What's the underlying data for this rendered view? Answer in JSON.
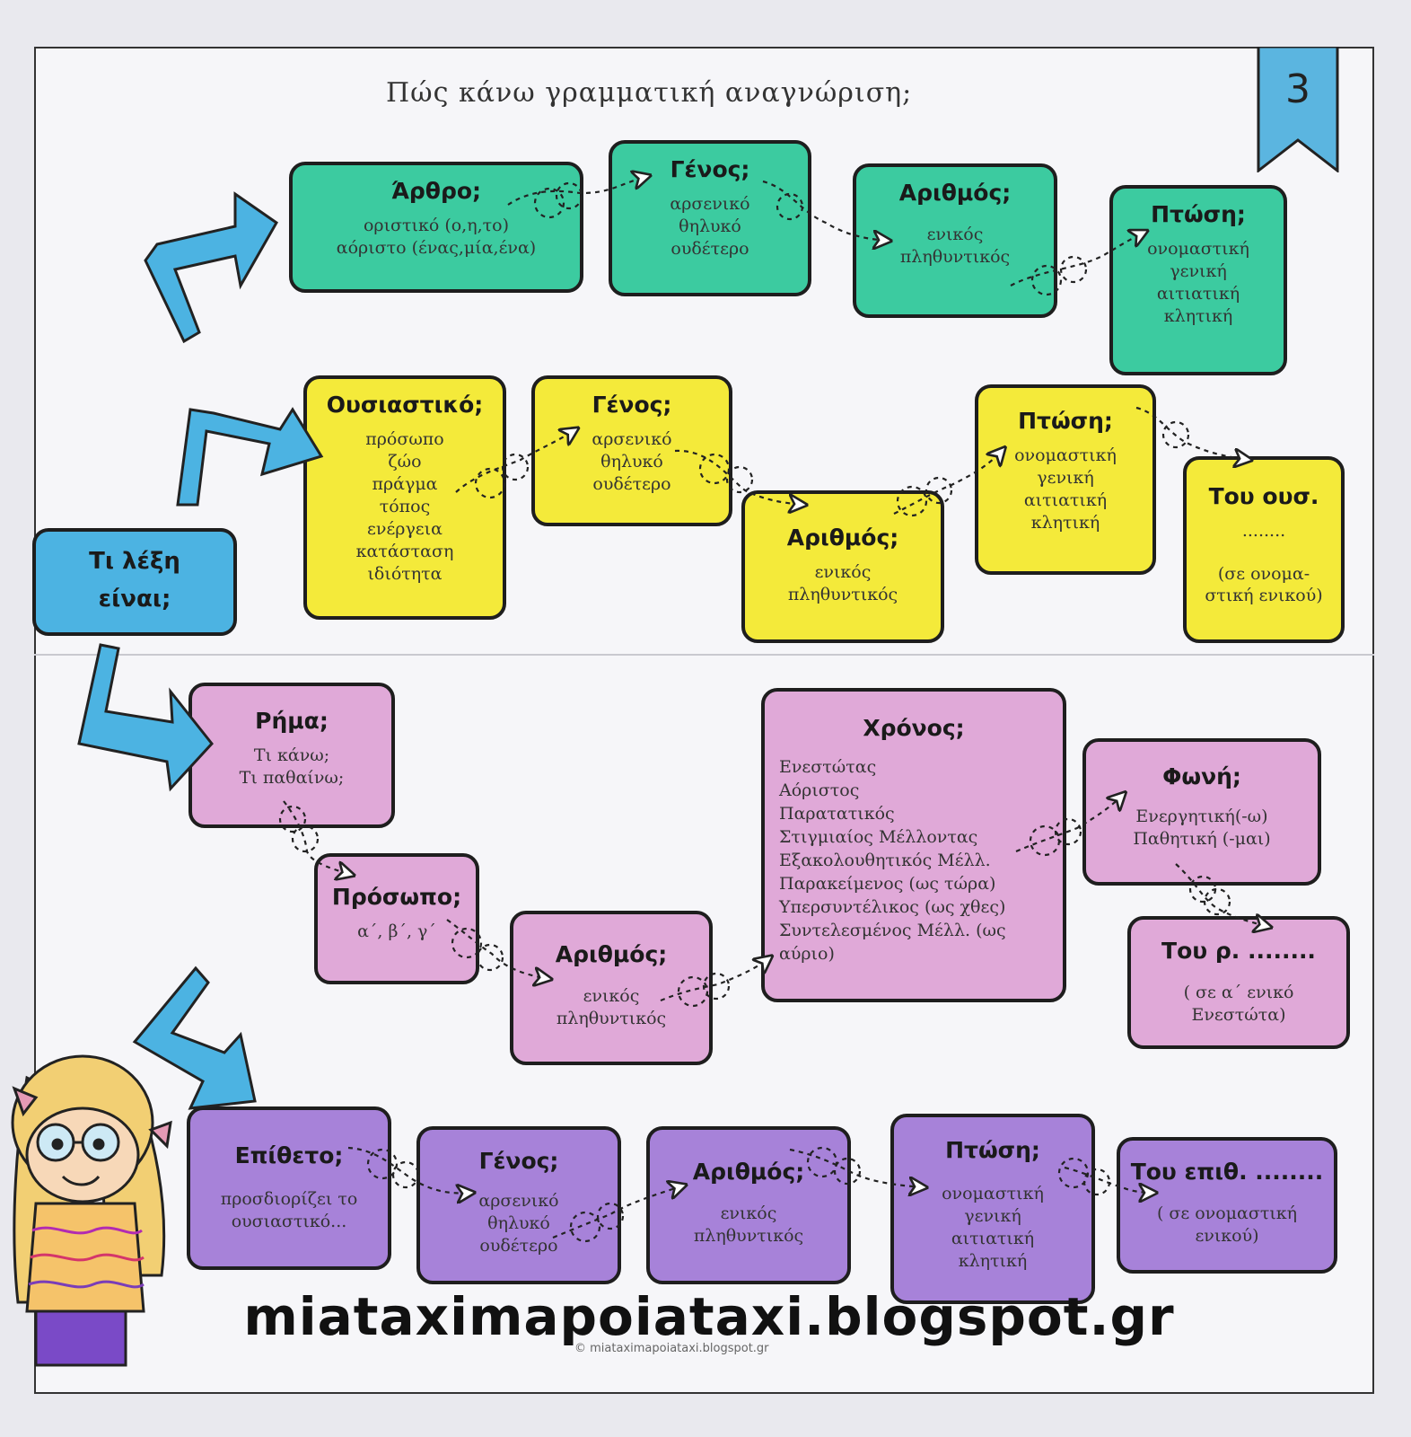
{
  "title": "Πώς κάνω γραμματική αναγνώριση;",
  "page_number": "3",
  "website": "miataximapoiataxi.blogspot.gr",
  "copyright": "© miataximapoiataxi.blogspot.gr",
  "colors": {
    "article_row": "#3ccba0",
    "noun_row": "#f4ea3a",
    "verb_row": "#e0a9d8",
    "adjective_row": "#a782d9",
    "start_box": "#4cb3e2"
  },
  "start": {
    "label": "Τι λέξη\nείναι;"
  },
  "article_row": {
    "arthro": {
      "heading": "Άρθρο;",
      "text": "οριστικό (ο,η,το)\nαόριστο (ένας,μία,ένα)"
    },
    "genos": {
      "heading": "Γένος;",
      "text": "αρσενικό\nθηλυκό\nουδέτερο"
    },
    "arithmos": {
      "heading": "Αριθμός;",
      "text": "ενικός\nπληθυντικός"
    },
    "ptosi": {
      "heading": "Πτώση;",
      "text": "ονομαστική\nγενική\nαιτιατική\nκλητική"
    }
  },
  "noun_row": {
    "ousiastiko": {
      "heading": "Ουσιαστικό;",
      "text": "πρόσωπο\nζώο\nπράγμα\nτόπος\nενέργεια\nκατάσταση\nιδιότητα"
    },
    "genos": {
      "heading": "Γένος;",
      "text": "αρσενικό\nθηλυκό\nουδέτερο"
    },
    "arithmos": {
      "heading": "Αριθμός;",
      "text": "ενικός\nπληθυντικός"
    },
    "ptosi": {
      "heading": "Πτώση;",
      "text": "ονομαστική\nγενική\nαιτιατική\nκλητική"
    },
    "tou_ous": {
      "heading": "Του ουσ.",
      "text": "........\n\n(σε ονομα-\nστική ενικού)"
    }
  },
  "verb_row": {
    "rima": {
      "heading": "Ρήμα;",
      "text": "Τι κάνω;\nΤι παθαίνω;"
    },
    "prosopo": {
      "heading": "Πρόσωπο;",
      "text": "α΄, β΄, γ΄"
    },
    "arithmos": {
      "heading": "Αριθμός;",
      "text": "ενικός\nπληθυντικός"
    },
    "chronos": {
      "heading": "Χρόνος;",
      "text": "Ενεστώτας\nΑόριστος\nΠαρατατικός\nΣτιγμιαίος Μέλλοντας\nΕξακολουθητικός Μέλλ.\nΠαρακείμενος (ως τώρα)\nΥπερσυντέλικος (ως χθες)\nΣυντελεσμένος Μέλλ. (ως\nαύριο)"
    },
    "foni": {
      "heading": "Φωνή;",
      "text": "Ενεργητική(-ω)\nΠαθητική (-μαι)"
    },
    "tou_r": {
      "heading": "Του ρ. ........",
      "text": "( σε α΄ ενικό\nΕνεστώτα)"
    }
  },
  "adjective_row": {
    "epitheto": {
      "heading": "Επίθετο;",
      "text": "προσδιορίζει το\nουσιαστικό..."
    },
    "genos": {
      "heading": "Γένος;",
      "text": "αρσενικό\nθηλυκό\nουδέτερο"
    },
    "arithmos": {
      "heading": "Αριθμός;",
      "text": "ενικός\nπληθυντικός"
    },
    "ptosi": {
      "heading": "Πτώση;",
      "text": "ονομαστική\nγενική\nαιτιατική\nκλητική"
    },
    "tou_epith": {
      "heading": "Του επιθ. ........",
      "text": "( σε ονομαστική\nενικού)"
    }
  }
}
